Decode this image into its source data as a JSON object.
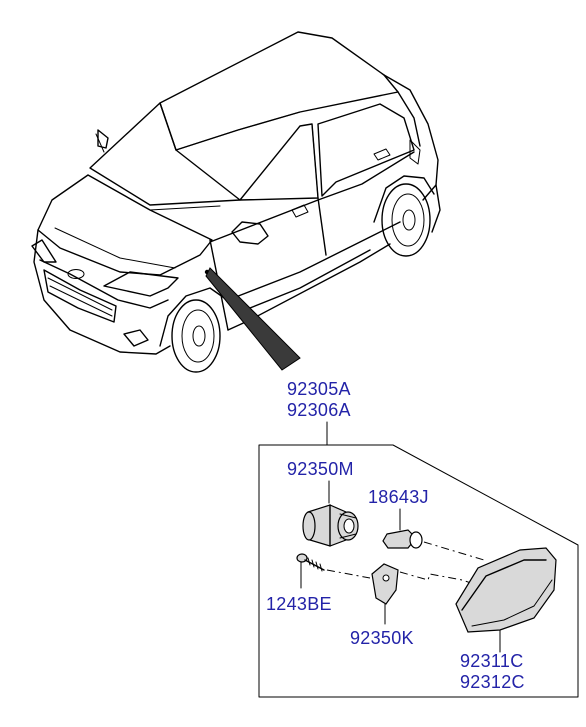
{
  "parts": {
    "assembly_left": "92305A",
    "assembly_right": "92306A",
    "socket": "92350M",
    "bulb": "18643J",
    "screw": "1243BE",
    "bracket": "92350K",
    "lens_left": "92311C",
    "lens_right": "92312C"
  }
}
